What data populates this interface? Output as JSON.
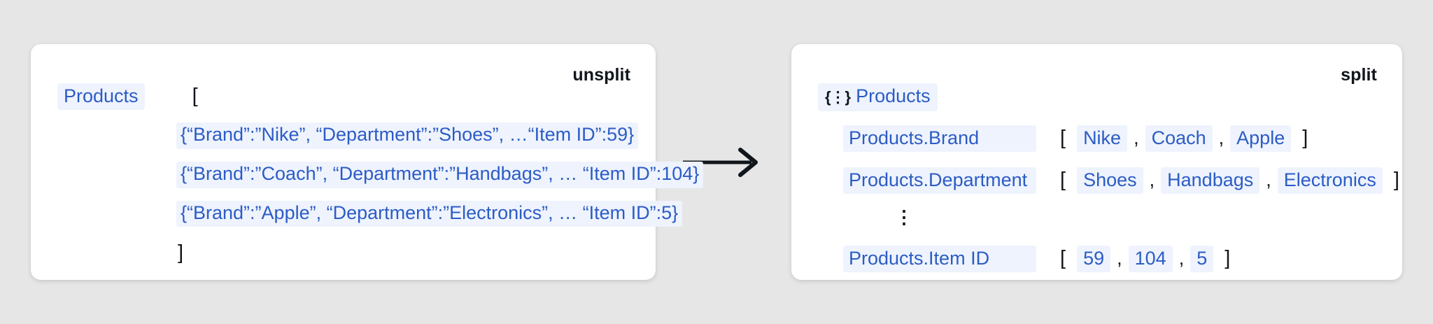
{
  "canvas": {
    "background_color": "#e6e6e6",
    "chip_background_color": "#eef3fd",
    "chip_text_color": "#2c5cc5",
    "ink_color": "#11161c"
  },
  "unsplit_card": {
    "corner_label": "unsplit",
    "root_field": "Products",
    "bracket_open": "[",
    "bracket_close": "]",
    "objects": [
      "{“Brand”:”Nike”, “Department”:”Shoes”, …“Item ID”:59}",
      "{“Brand”:”Coach”, “Department”:”Handbags”, … “Item ID”:104}",
      "{“Brand”:”Apple”, “Department”:”Electronics”, … “Item ID”:5}"
    ]
  },
  "transform_arrow": {
    "icon": "arrow-right-icon",
    "direction": "right"
  },
  "split_card": {
    "corner_label": "split",
    "header": {
      "icon": "json-object-braces-icon",
      "icon_glyph": "{⋮}",
      "label": "Products"
    },
    "bracket_open": "[",
    "bracket_close": "]",
    "separator": ",",
    "ellipsis_glyph": "⋮",
    "fields": [
      {
        "name": "Products.Brand",
        "values": [
          "Nike",
          "Coach",
          "Apple"
        ]
      },
      {
        "name": "Products.Department",
        "values": [
          "Shoes",
          "Handbags",
          "Electronics"
        ]
      },
      {
        "name": "Products.Item ID",
        "values": [
          "59",
          "104",
          "5"
        ]
      }
    ]
  }
}
